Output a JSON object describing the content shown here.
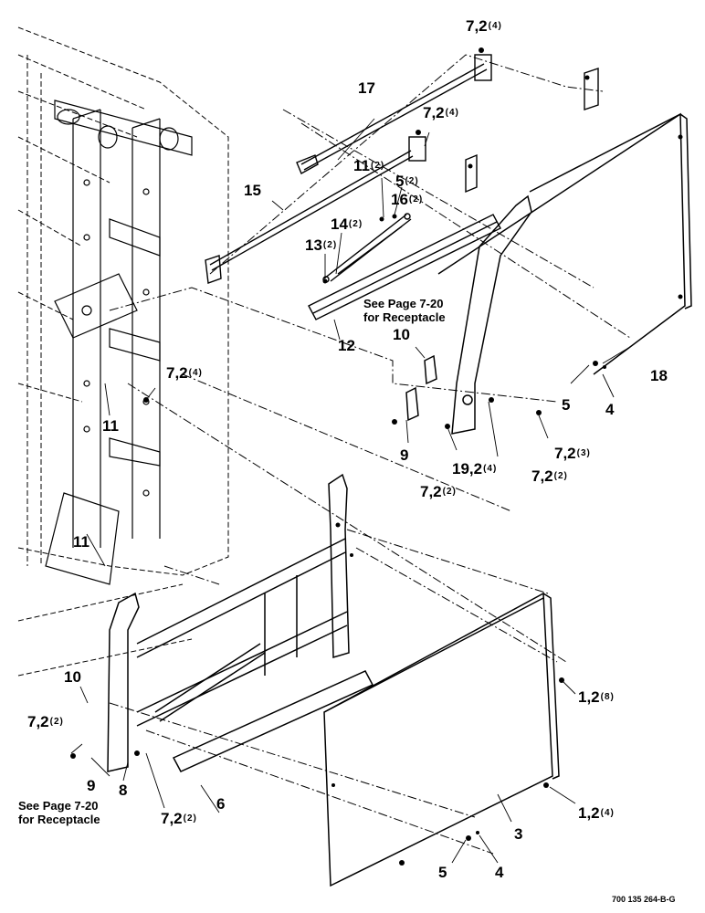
{
  "diagram": {
    "drawing_number": "700 135 264-B-G",
    "notes": [
      {
        "id": "note-receptacle-upper",
        "line1": "See Page 7-20",
        "line2": "for Receptacle"
      },
      {
        "id": "note-receptacle-lower",
        "line1": "See Page 7-20",
        "line2": "for Receptacle"
      }
    ],
    "callouts": [
      {
        "id": "c01",
        "text": "7,2",
        "qty": "(4)"
      },
      {
        "id": "c02",
        "text": "17",
        "qty": ""
      },
      {
        "id": "c03",
        "text": "7,2",
        "qty": "(4)"
      },
      {
        "id": "c04",
        "text": "11",
        "qty": "(2)"
      },
      {
        "id": "c05",
        "text": "5",
        "qty": "(2)"
      },
      {
        "id": "c06",
        "text": "15",
        "qty": ""
      },
      {
        "id": "c07",
        "text": "16",
        "qty": "(2)"
      },
      {
        "id": "c08",
        "text": "14",
        "qty": "(2)"
      },
      {
        "id": "c09",
        "text": "13",
        "qty": "(2)"
      },
      {
        "id": "c10",
        "text": "12",
        "qty": ""
      },
      {
        "id": "c11",
        "text": "10",
        "qty": ""
      },
      {
        "id": "c12",
        "text": "18",
        "qty": ""
      },
      {
        "id": "c13",
        "text": "7,2",
        "qty": "(4)"
      },
      {
        "id": "c14",
        "text": "5",
        "qty": ""
      },
      {
        "id": "c15",
        "text": "4",
        "qty": ""
      },
      {
        "id": "c16",
        "text": "11",
        "qty": ""
      },
      {
        "id": "c17",
        "text": "7,2",
        "qty": "(3)"
      },
      {
        "id": "c18",
        "text": "9",
        "qty": ""
      },
      {
        "id": "c19",
        "text": "19,2",
        "qty": "(4)"
      },
      {
        "id": "c20",
        "text": "7,2",
        "qty": "(2)"
      },
      {
        "id": "c21",
        "text": "7,2",
        "qty": "(2)"
      },
      {
        "id": "c22",
        "text": "11",
        "qty": ""
      },
      {
        "id": "c23",
        "text": "10",
        "qty": ""
      },
      {
        "id": "c24",
        "text": "1,2",
        "qty": "(8)"
      },
      {
        "id": "c25",
        "text": "7,2",
        "qty": "(2)"
      },
      {
        "id": "c26",
        "text": "9",
        "qty": ""
      },
      {
        "id": "c27",
        "text": "8",
        "qty": ""
      },
      {
        "id": "c28",
        "text": "6",
        "qty": ""
      },
      {
        "id": "c29",
        "text": "1,2",
        "qty": "(4)"
      },
      {
        "id": "c30",
        "text": "7,2",
        "qty": "(2)"
      },
      {
        "id": "c31",
        "text": "3",
        "qty": ""
      },
      {
        "id": "c32",
        "text": "5",
        "qty": ""
      },
      {
        "id": "c33",
        "text": "4",
        "qty": ""
      }
    ]
  }
}
